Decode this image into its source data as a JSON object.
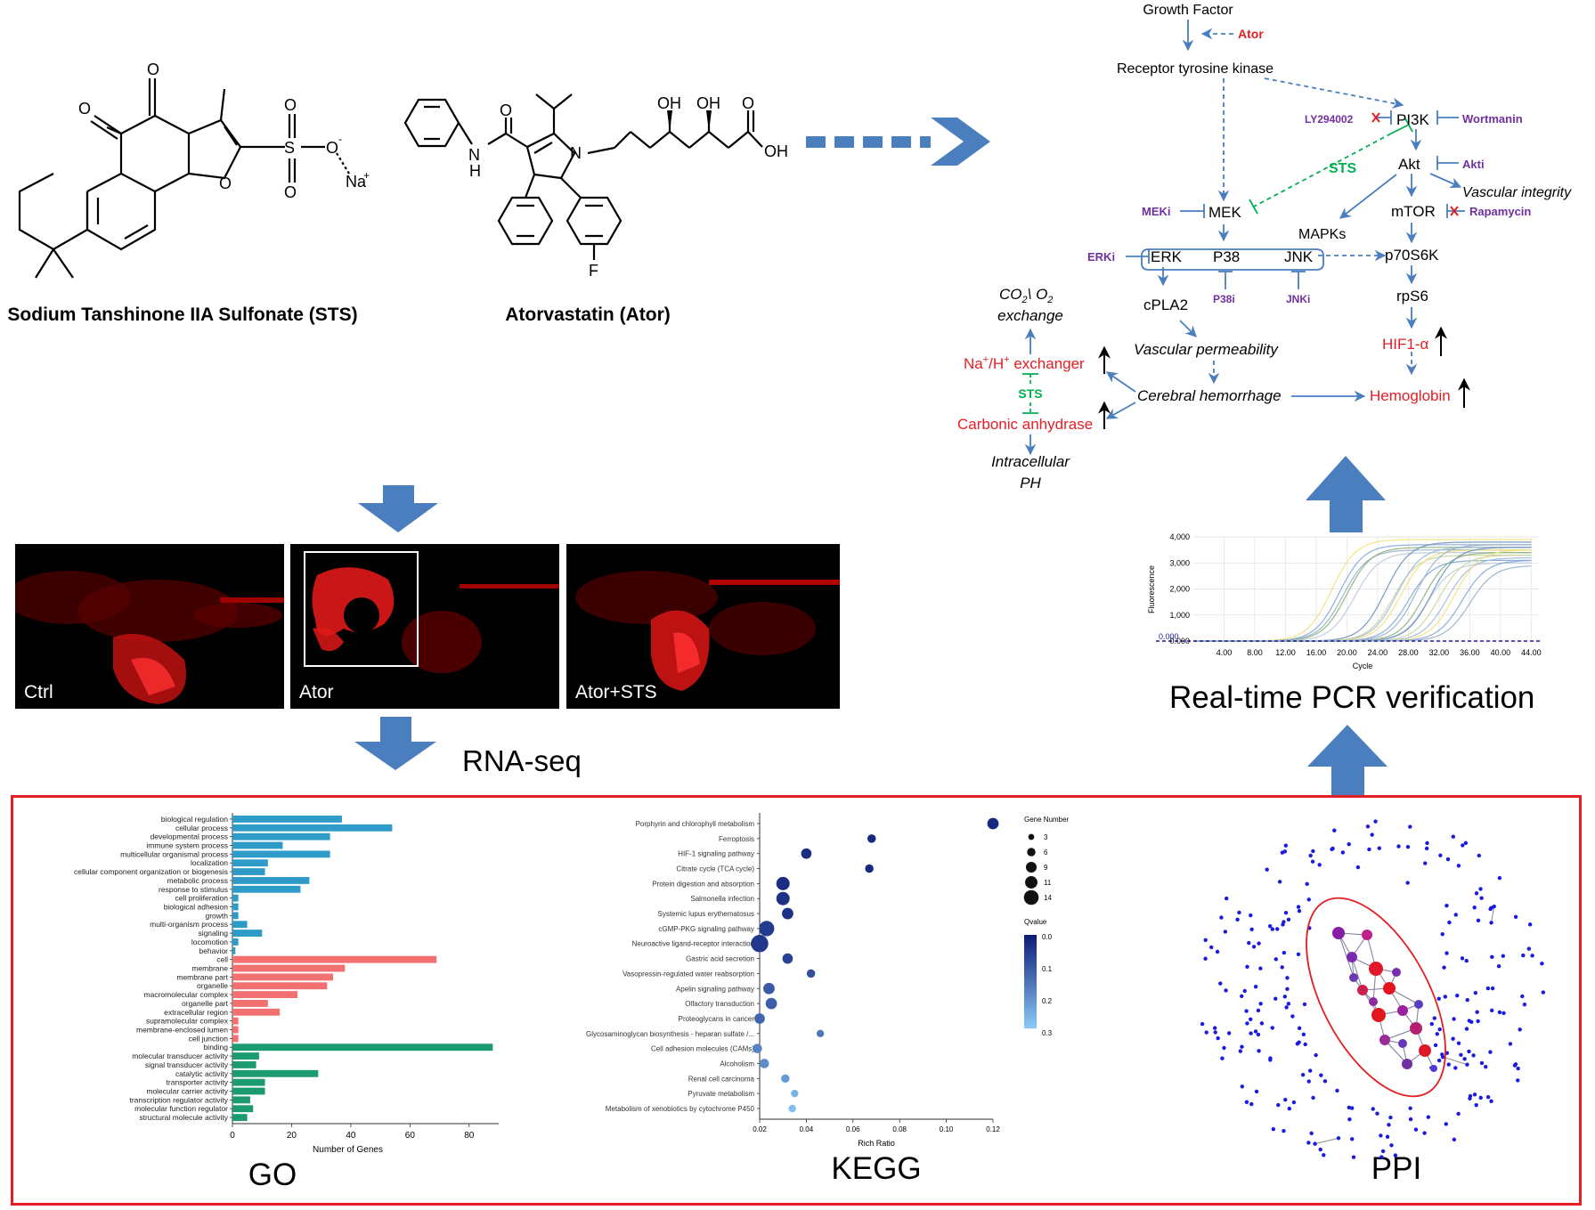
{
  "chemistry": {
    "sts_name": "Sodium Tanshinone  IIA Sulfonate (STS)",
    "ator_name": "Atorvastatin (Ator)",
    "atoms": {
      "O": "O",
      "OH": "OH",
      "H": "H",
      "N": "N",
      "F": "F",
      "Na": "Na",
      "S": "S",
      "Ominus": "O",
      "minus": "-",
      "plus": "+"
    }
  },
  "pathway": {
    "growth_factor": "Growth Factor",
    "ator": "Ator",
    "rtk": "Receptor tyrosine kinase",
    "ly294002": "LY294002",
    "pi3k": "PI3K",
    "wortmanin": "Wortmanin",
    "sts": "STS",
    "akt": "Akt",
    "akti": "Akti",
    "vascular_integrity": "Vascular integrity",
    "meki": "MEKi",
    "mek": "MEK",
    "mapks": "MAPKs",
    "mtor": "mTOR",
    "rapamycin": "Rapamycin",
    "erki": "ERKi",
    "erk": "ERK",
    "p38": "P38",
    "jnk": "JNK",
    "p70s6k": "p70S6K",
    "p38i": "P38i",
    "jnki": "JNKi",
    "cpla2": "cPLA2",
    "rps6": "rpS6",
    "co2": "CO",
    "co2_sub": "2",
    "o2": "\\ O",
    "o2_sub": "2",
    "exchange": "exchange",
    "vascular_permeability": "Vascular permeability",
    "hif1a": "HIF1-α",
    "na_h_1": "Na",
    "na_h_sup1": "+",
    "na_h_2": "/H",
    "na_h_sup2": "+",
    "na_h_3": " exchanger",
    "sts2": "STS",
    "cerebral_hemorrhage": "Cerebral hemorrhage",
    "hemoglobin": "Hemoglobin",
    "carbonic_anhydrase": "Carbonic anhydrase",
    "intracellular": "Intracellular",
    "ph": "PH"
  },
  "images": {
    "ctrl": "Ctrl",
    "ator": "Ator",
    "ator_sts": "Ator+STS"
  },
  "labels": {
    "rna_seq": "RNA-seq",
    "realtime_pcr": "Real-time PCR verification",
    "go": "GO",
    "kegg": "KEGG",
    "ppi": "PPI"
  },
  "colors": {
    "arrow_blue": "#4a7ebf",
    "red": "#e31e24",
    "purple": "#7030a0",
    "green": "#00b050",
    "go_blue": "#2e9bc8",
    "go_red": "#f2706f",
    "go_green": "#1b9b6f"
  },
  "pcr_chart": {
    "type": "line",
    "ylabel": "Fluorescence",
    "xlabel": "Cycle",
    "yticks": [
      "4,000",
      "3,000",
      "2,000",
      "1,000",
      "0.000"
    ],
    "xticks": [
      "4.00",
      "8.00",
      "12.00",
      "16.00",
      "20.00",
      "24.00",
      "28.00",
      "32.00",
      "36.00",
      "40.00",
      "44.00"
    ],
    "threshold_label": "0.000",
    "ylim": [
      0,
      4000
    ],
    "xlim": [
      0,
      45
    ],
    "midpoints": [
      18,
      19,
      19.5,
      20,
      21,
      25,
      26,
      26.5,
      27,
      28,
      29,
      30,
      30.5,
      31,
      32,
      33,
      34,
      35,
      36
    ],
    "plateaus": [
      3900,
      3700,
      3500,
      3600,
      3400,
      3800,
      3300,
      3600,
      3500,
      3100,
      3700,
      3400,
      3000,
      3600,
      3300,
      3200,
      3500,
      3100,
      2900
    ]
  },
  "chart_data": [
    {
      "type": "bar",
      "title": "",
      "xlabel": "Number of Genes",
      "ylabel": "",
      "xlim": [
        0,
        90
      ],
      "xticks": [
        "0",
        "20",
        "40",
        "60",
        "80"
      ],
      "categories": [
        "biological regulation",
        "cellular process",
        "developmental process",
        "immune system process",
        "multicellular organismal process",
        "localization",
        "cellular component organization or biogenesis",
        "metabolic process",
        "response to stimulus",
        "cell proliferation",
        "biological adhesion",
        "growth",
        "multi-organism process",
        "signaling",
        "locomotion",
        "behavior",
        "cell",
        "membrane",
        "membrane part",
        "organelle",
        "macromolecular complex",
        "organelle part",
        "extracellular region",
        "supramolecular complex",
        "membrane-enclosed lumen",
        "cell junction",
        "binding",
        "molecular transducer activity",
        "signal transducer activity",
        "catalytic activity",
        "transporter activity",
        "molecular carrier activity",
        "transcription regulator activity",
        "molecular function regulator",
        "structural molecule activity"
      ],
      "values": [
        37,
        54,
        33,
        17,
        33,
        12,
        11,
        26,
        23,
        2,
        2,
        2,
        5,
        10,
        2,
        1,
        69,
        38,
        34,
        32,
        22,
        12,
        16,
        2,
        2,
        2,
        88,
        9,
        8,
        29,
        11,
        11,
        6,
        7,
        5
      ],
      "groups": [
        "bp",
        "bp",
        "bp",
        "bp",
        "bp",
        "bp",
        "bp",
        "bp",
        "bp",
        "bp",
        "bp",
        "bp",
        "bp",
        "bp",
        "bp",
        "bp",
        "cc",
        "cc",
        "cc",
        "cc",
        "cc",
        "cc",
        "cc",
        "cc",
        "cc",
        "cc",
        "mf",
        "mf",
        "mf",
        "mf",
        "mf",
        "mf",
        "mf",
        "mf",
        "mf"
      ]
    },
    {
      "type": "scatter",
      "title": "",
      "xlabel": "Rich Ratio",
      "ylabel": "",
      "xlim": [
        0.02,
        0.12
      ],
      "xticks": [
        "0.02",
        "0.04",
        "0.06",
        "0.08",
        "0.10",
        "0.12"
      ],
      "legend_size_title": "Gene Number",
      "legend_sizes": [
        "3",
        "6",
        "9",
        "11",
        "14"
      ],
      "legend_color_title": "Qvalue",
      "legend_colors": [
        "0.0",
        "0.1",
        "0.2",
        "0.3"
      ],
      "categories": [
        "Porphyrin and chlorophyll metabolism",
        "Ferroptosis",
        "HIF-1 signaling pathway",
        "Citrate cycle (TCA cycle)",
        "Protein digestion and absorption",
        "Salmonella infection",
        "Systemic lupus erythematosus",
        "cGMP-PKG signaling pathway",
        "Neuroactive ligand-receptor interaction",
        "Gastric acid secretion",
        "Vasopressin-regulated water reabsorption",
        "Apelin signaling pathway",
        "Olfactory transduction",
        "Proteoglycans in cancer",
        "Glycosaminoglycan biosynthesis - heparan sulfate /...",
        "Cell adhesion molecules (CAMs)",
        "Alcoholism",
        "Renal cell carcinoma",
        "Pyruvate metabolism",
        "Metabolism of xenobiotics by cytochrome P450"
      ],
      "x": [
        0.12,
        0.068,
        0.04,
        0.067,
        0.03,
        0.03,
        0.032,
        0.023,
        0.02,
        0.032,
        0.042,
        0.024,
        0.025,
        0.02,
        0.046,
        0.019,
        0.022,
        0.031,
        0.035,
        0.034
      ],
      "gene_number": [
        8,
        5,
        7,
        5,
        10,
        10,
        8,
        12,
        14,
        7,
        5,
        8,
        8,
        7,
        4,
        6,
        6,
        5,
        4,
        4
      ],
      "qvalue": [
        0.02,
        0.02,
        0.03,
        0.02,
        0.03,
        0.04,
        0.04,
        0.06,
        0.05,
        0.07,
        0.1,
        0.12,
        0.13,
        0.14,
        0.18,
        0.2,
        0.22,
        0.25,
        0.3,
        0.32
      ]
    }
  ]
}
